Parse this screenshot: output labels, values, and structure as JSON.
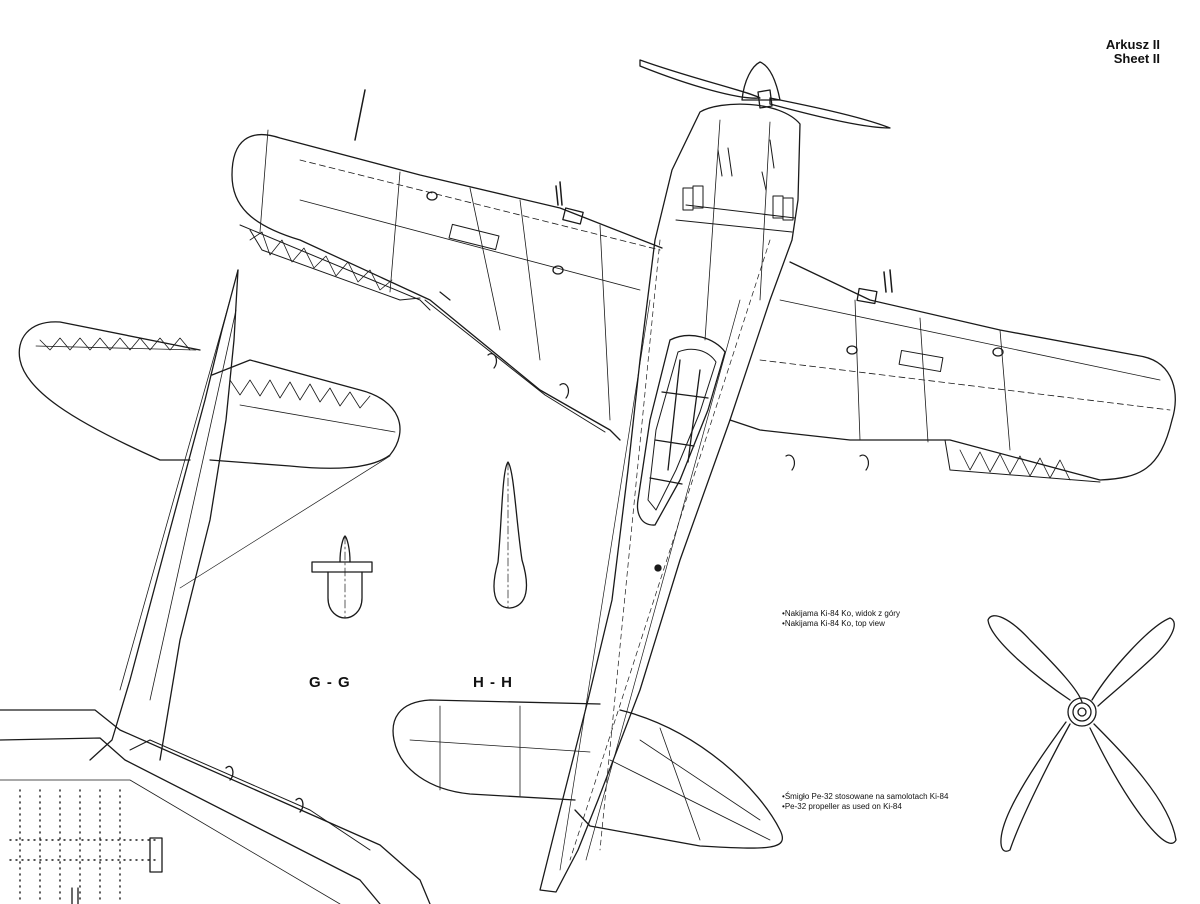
{
  "sheet": {
    "line1": "Arkusz II",
    "line2": "Sheet II"
  },
  "sections": {
    "gg": "G - G",
    "hh": "H - H"
  },
  "captions": {
    "top_view_pl": "Nakijama Ki-84 Ko, widok z góry",
    "top_view_en": "Nakijama Ki-84 Ko, top view",
    "prop_pl": "Śmigło Pe-32 stosowane na samolotach Ki-84",
    "prop_en": "Pe-32 propeller as used on Ki-84"
  }
}
